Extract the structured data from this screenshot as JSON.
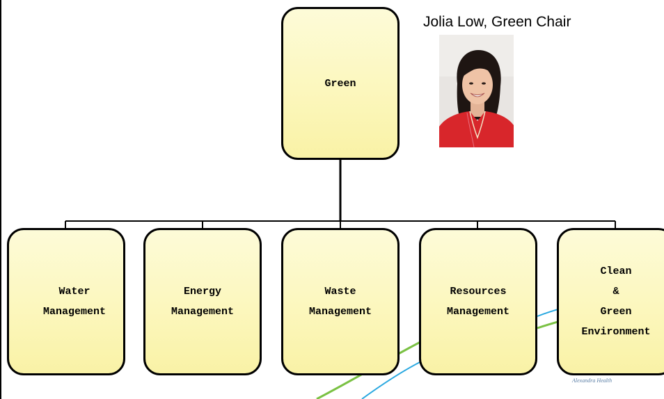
{
  "org_chart": {
    "root": {
      "label": "Green"
    },
    "children": [
      {
        "label": "Water\nManagement"
      },
      {
        "label": "Energy\nManagement"
      },
      {
        "label": "Waste\nManagement"
      },
      {
        "label": "Resources\nManagement"
      },
      {
        "label": "Clean\n&\nGreen\nEnvironment"
      }
    ]
  },
  "chair": {
    "caption": "Jolia Low, Green Chair"
  },
  "logo": {
    "caption": "Alexandra Health"
  },
  "colors": {
    "box_fill": "#fcf7bd",
    "box_border": "#000000",
    "swoosh_green": "#7ac143",
    "swoosh_blue": "#29a8e0",
    "logo_purple": "#6a3f94"
  }
}
